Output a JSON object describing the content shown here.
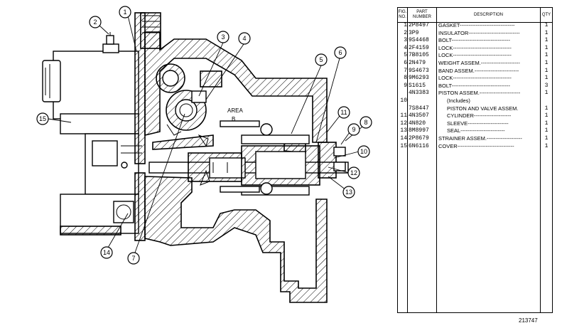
{
  "parts_list": {
    "headers": {
      "fig_no": "FIG. NO.",
      "part_number": "PART NUMBER",
      "description": "DESCRIPTION",
      "qty": "QTY"
    },
    "rows": [
      {
        "no": "1",
        "part": "2P8497",
        "desc": "GASKET-------------------------------",
        "qty": "1"
      },
      {
        "no": "2",
        "part": "3P9",
        "desc": "INSULATOR-----------------------------",
        "qty": "1"
      },
      {
        "no": "3",
        "part": "9S4468",
        "desc": "BOLT---------------------------------",
        "qty": "1"
      },
      {
        "no": "4",
        "part": "2F4159",
        "desc": "LOCK---------------------------------",
        "qty": "1"
      },
      {
        "no": "5",
        "part": "7B8105",
        "desc": "LOCK---------------------------------",
        "qty": "1"
      },
      {
        "no": "6",
        "part": "2N479",
        "desc": "WEIGHT ASSEM.----------------------",
        "qty": "1"
      },
      {
        "no": "7",
        "part": "9S4673",
        "desc": "BAND ASSEM.-------------------------",
        "qty": "1"
      },
      {
        "no": "8",
        "part": "9M6293",
        "desc": "LOCK---------------------------------",
        "qty": "1"
      },
      {
        "no": "9",
        "part": "S1615",
        "desc": "BOLT---------------------------------",
        "qty": "3"
      },
      {
        "no": "",
        "part": "4N3383",
        "desc": "PISTON ASSEM.-----------------------",
        "qty": "1"
      },
      {
        "no": "10",
        "part": "",
        "desc": "(Includes)",
        "qty": "",
        "indent": true
      },
      {
        "no": "",
        "part": "7S8447",
        "desc": "PISTON AND VALVE ASSEM.",
        "qty": "1",
        "indent": true
      },
      {
        "no": "11",
        "part": "4N3507",
        "desc": "CYLINDER---------------------",
        "qty": "1",
        "indent": true
      },
      {
        "no": "12",
        "part": "4N820",
        "desc": "SLEEVE-----------------------",
        "qty": "1",
        "indent": true
      },
      {
        "no": "13",
        "part": "8M8997",
        "desc": "SEAL-------------------------",
        "qty": "1",
        "indent": true
      },
      {
        "no": "14",
        "part": "2P8679",
        "desc": "STRAINER ASSEM.--------------------",
        "qty": "1"
      },
      {
        "no": "15",
        "part": "6N6116",
        "desc": "COVER--------------------------------",
        "qty": "1"
      }
    ]
  },
  "diagram": {
    "area_label": "AREA",
    "area_letter": "B",
    "callouts": [
      "1",
      "2",
      "3",
      "4",
      "5",
      "6",
      "7",
      "8",
      "9",
      "10",
      "11",
      "12",
      "13",
      "14",
      "15"
    ]
  },
  "drawing_number": "213747"
}
